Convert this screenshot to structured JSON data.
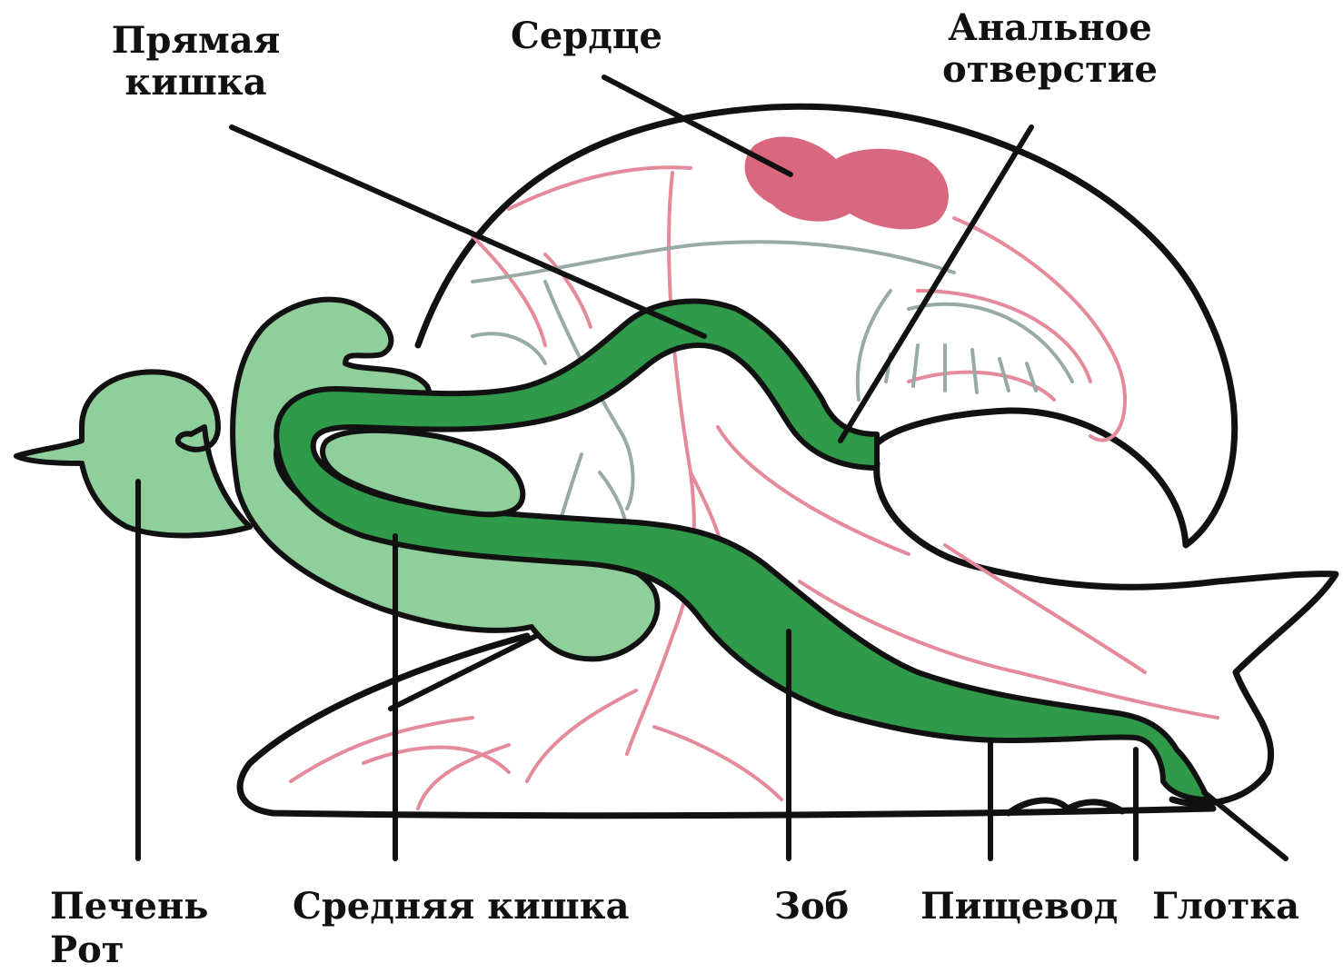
{
  "labels": {
    "rectum": "Прямая\nкишка",
    "heart": "Сердце",
    "anus": "Анальное\nотверстие",
    "liver": "Печень",
    "mouth": "Рот",
    "midgut": "Средняя кишка",
    "crop": "Зоб",
    "esophagus": "Пищевод",
    "pharynx": "Глотка"
  },
  "colors": {
    "outline": "#111111",
    "gut_dark": "#2e9a4a",
    "liver_light": "#8fcf9c",
    "heart": "#d9687f",
    "vessels_red": "#e58a9a",
    "nerves_grey": "#97aaa6"
  }
}
